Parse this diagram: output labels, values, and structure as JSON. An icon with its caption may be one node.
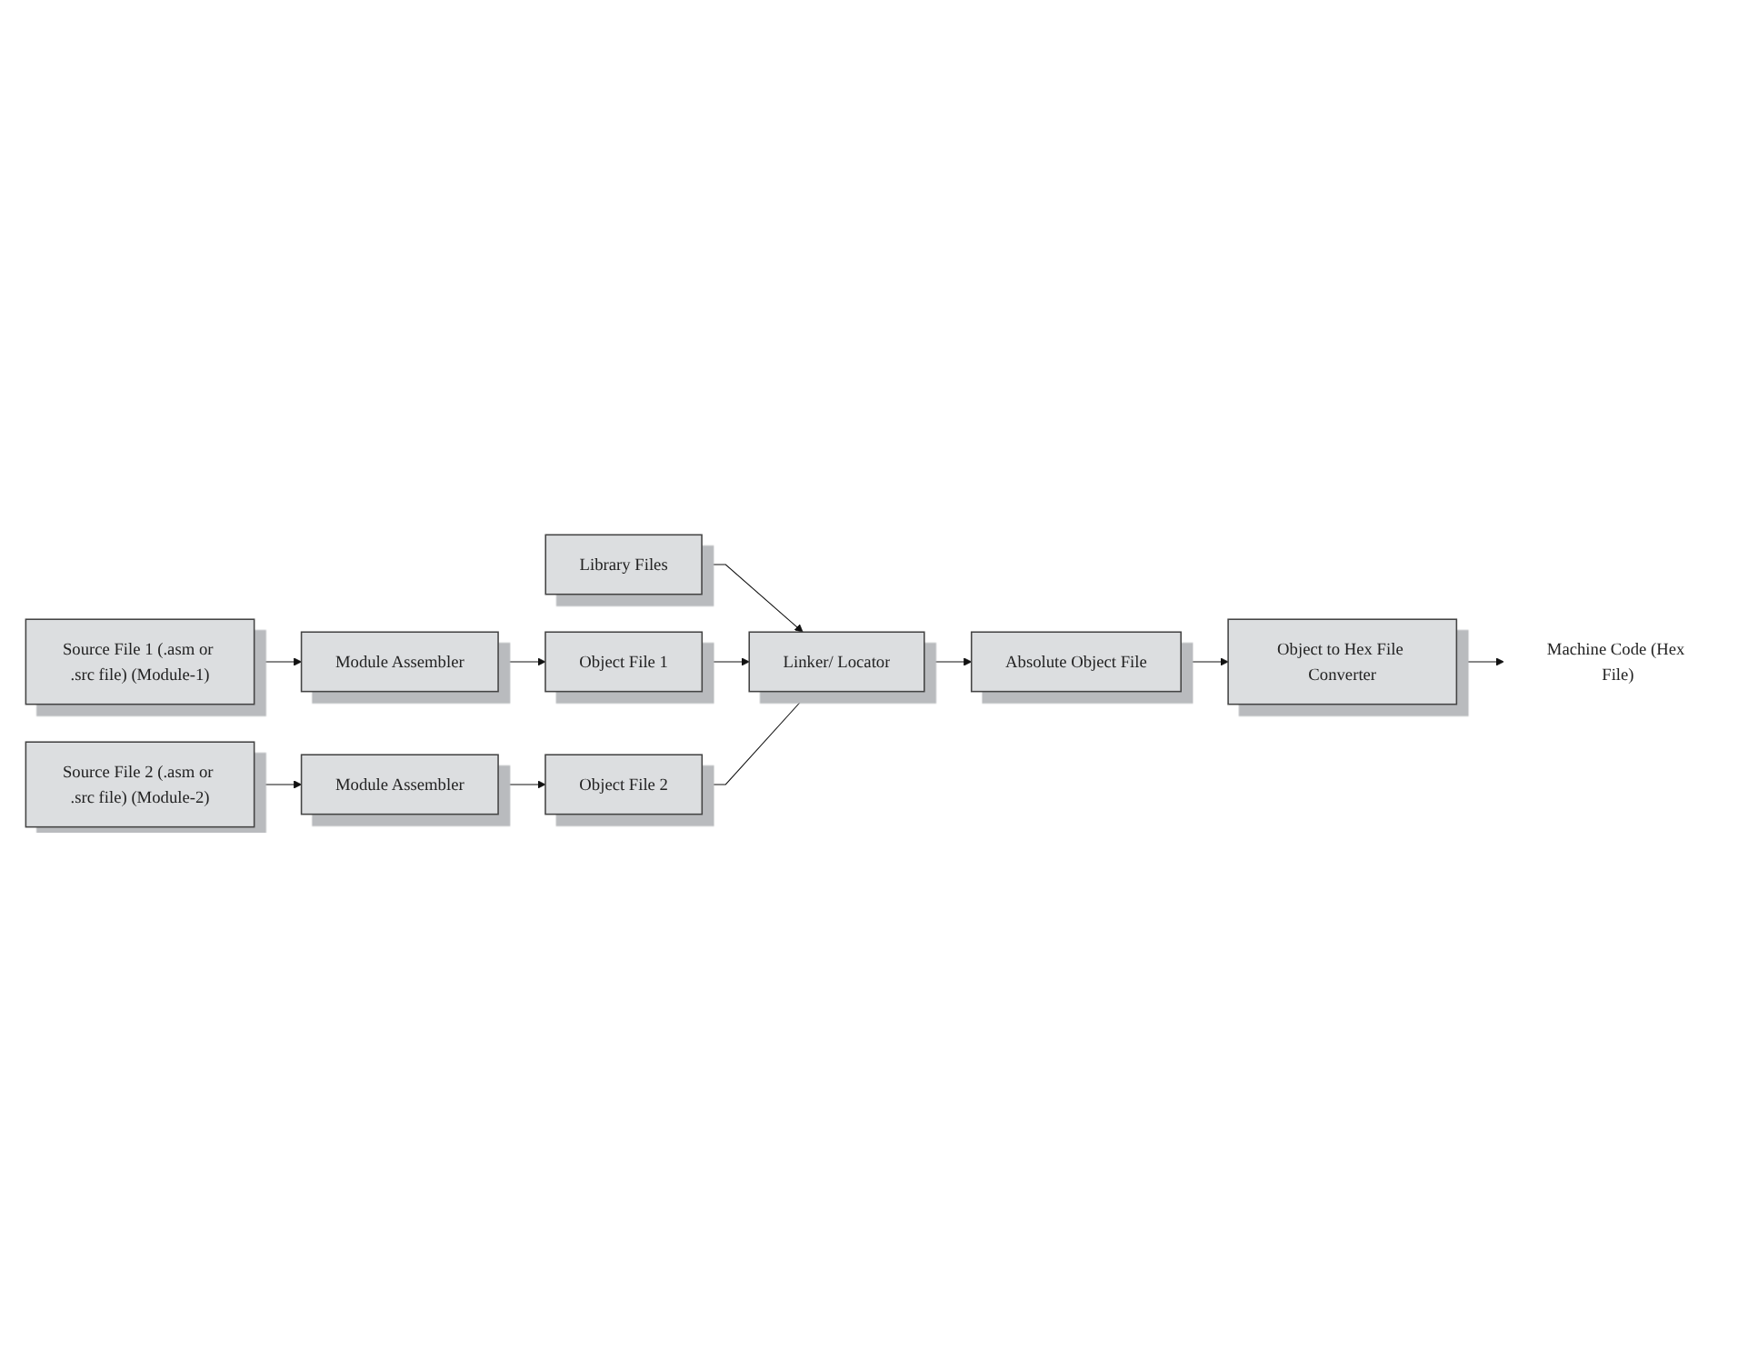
{
  "diagram": {
    "nodes": [
      {
        "text": [
          "Library Files"
        ]
      },
      {
        "text": [
          "Source File 1 (.asm or .src file) (Module-1)"
        ]
      },
      {
        "text": [
          "Module Assembler"
        ]
      },
      {
        "text": [
          "Object File 1"
        ]
      },
      {
        "text": [
          "Source File 2 (.asm or .src file) (Module-2)"
        ]
      },
      {
        "text": [
          "Module Assembler"
        ]
      },
      {
        "text": [
          "Object File 2"
        ]
      },
      {
        "text": [
          "Object to Hex File Converter"
        ]
      },
      {
        "text": [
          "Absolute Object File"
        ]
      },
      {
        "text": [
          "Linker/ Locator"
        ]
      },
      {
        "text": [
          "Machine Code (Hex File)"
        ]
      }
    ],
    "edges": [
      {
        "from": 1,
        "to": 2,
        "arrow": "to"
      },
      {
        "from": 2,
        "to": 3,
        "arrow": "to"
      },
      {
        "from": 4,
        "to": 5,
        "arrow": "to"
      },
      {
        "from": 5,
        "to": 6,
        "arrow": "to"
      },
      {
        "from": 0,
        "to": 9,
        "arrow": "to"
      },
      {
        "from": 3,
        "to": 9,
        "arrow": "to"
      },
      {
        "from": 6,
        "to": 9,
        "arrow": "to"
      },
      {
        "from": 9,
        "to": 8,
        "arrow": "to"
      },
      {
        "from": 8,
        "to": 7,
        "arrow": "to"
      },
      {
        "from": 7,
        "to": 10,
        "arrow": "to"
      }
    ]
  }
}
